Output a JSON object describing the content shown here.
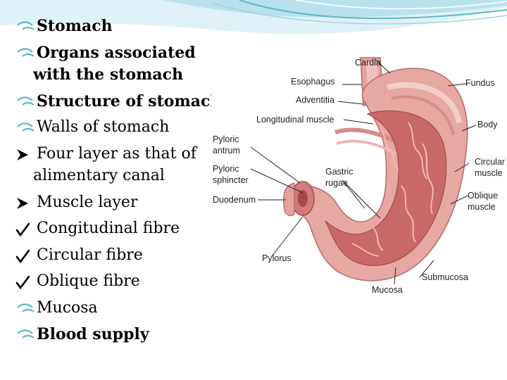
{
  "colors": {
    "bullet": "#5fb6c9",
    "header_band": "#5fb6c9",
    "stomach_outer": "#e6a5a1",
    "stomach_inner": "#c76466"
  },
  "bullets": [
    {
      "marker": "bullet-icon",
      "text": "Stomach",
      "bold": true
    },
    {
      "marker": "bullet-icon",
      "line1": "Organs associated",
      "line2": "with the stomach",
      "bold": true
    },
    {
      "marker": "bullet-icon",
      "text": "Structure of stomach",
      "bold": true
    },
    {
      "marker": "bullet-icon",
      "text": "Walls of stomach",
      "bold": false
    },
    {
      "marker": "arrow-icon",
      "line1": "Four layer as that of",
      "line2": "alimentary canal",
      "bold": false
    },
    {
      "marker": "arrow-icon",
      "text": "Muscle layer",
      "bold": false
    },
    {
      "marker": "checkmark-icon",
      "text": "Congitudinal fibre",
      "bold": false
    },
    {
      "marker": "checkmark-icon",
      "text": "Circular fibre",
      "bold": false
    },
    {
      "marker": "checkmark-icon",
      "text": "Oblique fibre",
      "bold": false
    },
    {
      "marker": "bullet-icon",
      "text": "Mucosa",
      "bold": false
    },
    {
      "marker": "bullet-icon",
      "text": "Blood supply",
      "bold": true
    }
  ],
  "figure": {
    "labels": {
      "cardia": "Cardia",
      "esophagus": "Esophagus",
      "adventitia": "Adventitia",
      "fundus": "Fundus",
      "longitudinal_muscle": "Longitudinal muscle",
      "body": "Body",
      "pyloric_antrum": [
        "Pyloric",
        "antrum"
      ],
      "pyloric_sphincter": [
        "Pyloric",
        "sphincter"
      ],
      "gastric_rugae": [
        "Gastric",
        "rugae"
      ],
      "circular_muscle": [
        "Circular",
        "muscle"
      ],
      "duodenum": "Duodenum",
      "oblique_muscle": [
        "Oblique",
        "muscle"
      ],
      "pylorus": "Pylorus",
      "submucosa": "Submucosa",
      "mucosa": "Mucosa"
    }
  }
}
